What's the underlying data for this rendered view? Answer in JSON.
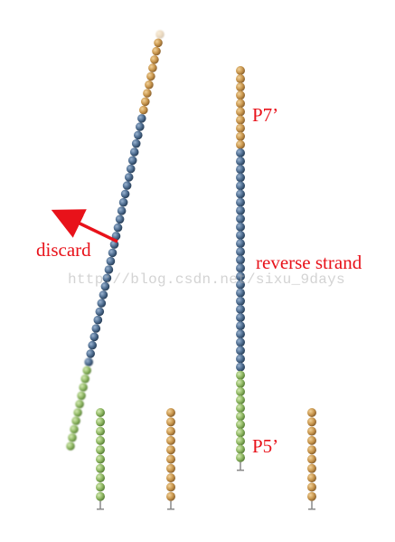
{
  "labels": {
    "discard": "discard",
    "p7": "P7’",
    "reverse_strand": "reverse strand",
    "p5": "P5’"
  },
  "watermark": "http://blog.csdn.net/sixu_9days",
  "colors": {
    "label": "#e8121a",
    "arrow": "#e8121a",
    "orange_bead": "#c9974e",
    "blue_bead": "#4e6d90",
    "green_bead": "#8fb863",
    "anchor": "#888888",
    "watermark": "#b0b0b0"
  }
}
